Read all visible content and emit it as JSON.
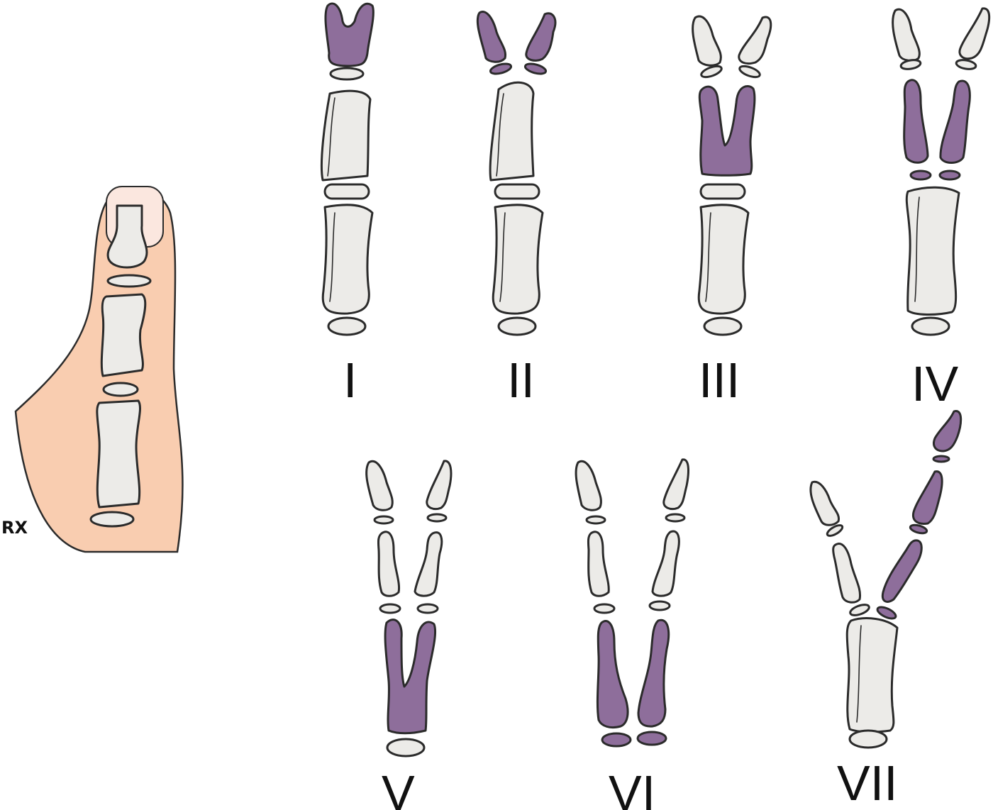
{
  "labels": {
    "I": "I",
    "II": "II",
    "III": "III",
    "IV": "IV",
    "V": "V",
    "VI": "VI",
    "VII": "VII"
  },
  "signature": "RX",
  "colors": {
    "normal_bone": "#ecebe8",
    "duplicated_bone": "#8e6e9b",
    "skin": "#f9cdb0",
    "nail": "#fbe7df",
    "outline": "#2b2b2b"
  }
}
